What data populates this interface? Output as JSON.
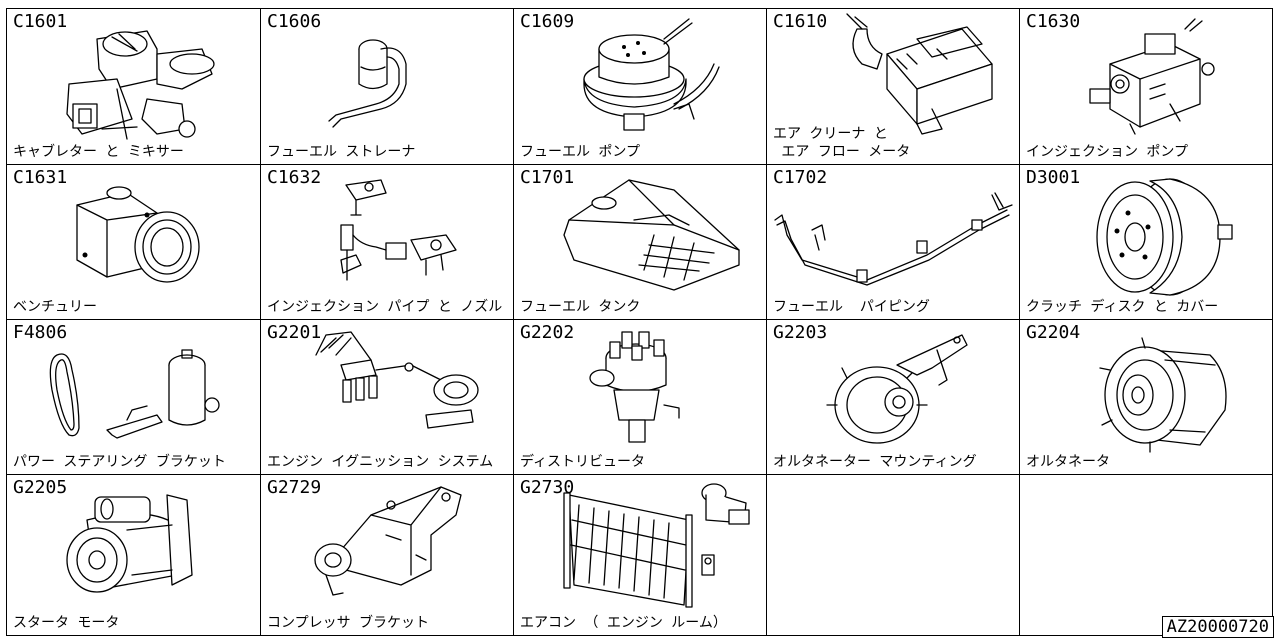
{
  "cells": [
    {
      "code": "C1601",
      "label": "キャブレター と ミキサー",
      "icon": "carburetor-icon"
    },
    {
      "code": "C1606",
      "label": "フューエル ストレーナ",
      "icon": "fuel-strainer-icon"
    },
    {
      "code": "C1609",
      "label": "フューエル ポンプ",
      "icon": "fuel-pump-icon"
    },
    {
      "code": "C1610",
      "label": "エア クリーナ と\n エア フロー メータ",
      "icon": "air-cleaner-icon"
    },
    {
      "code": "C1630",
      "label": "インジェクション ポンプ",
      "icon": "injection-pump-icon"
    },
    {
      "code": "C1631",
      "label": "ベンチュリー",
      "icon": "venturi-icon"
    },
    {
      "code": "C1632",
      "label": "インジェクション パイプ と ノズル",
      "icon": "injection-pipe-nozzle-icon"
    },
    {
      "code": "C1701",
      "label": "フューエル タンク",
      "icon": "fuel-tank-icon"
    },
    {
      "code": "C1702",
      "label": "フューエル  パイピング",
      "icon": "fuel-piping-icon"
    },
    {
      "code": "D3001",
      "label": "クラッチ ディスク と カバー",
      "icon": "clutch-disc-icon"
    },
    {
      "code": "F4806",
      "label": "パワー ステアリング ブラケット",
      "icon": "power-steering-bracket-icon"
    },
    {
      "code": "G2201",
      "label": "エンジン イグニッション システム",
      "icon": "ignition-system-icon"
    },
    {
      "code": "G2202",
      "label": "ディストリビュータ",
      "icon": "distributor-icon"
    },
    {
      "code": "G2203",
      "label": "オルタネーター マウンティング",
      "icon": "alternator-mounting-icon"
    },
    {
      "code": "G2204",
      "label": "オルタネータ",
      "icon": "alternator-icon"
    },
    {
      "code": "G2205",
      "label": "スタータ モータ",
      "icon": "starter-motor-icon"
    },
    {
      "code": "G2729",
      "label": "コンプレッサ ブラケット",
      "icon": "compressor-bracket-icon"
    },
    {
      "code": "G2730",
      "label": "エアコン （ エンジン ルーム）",
      "icon": "air-conditioner-icon"
    }
  ],
  "document_id": "AZ20000720"
}
